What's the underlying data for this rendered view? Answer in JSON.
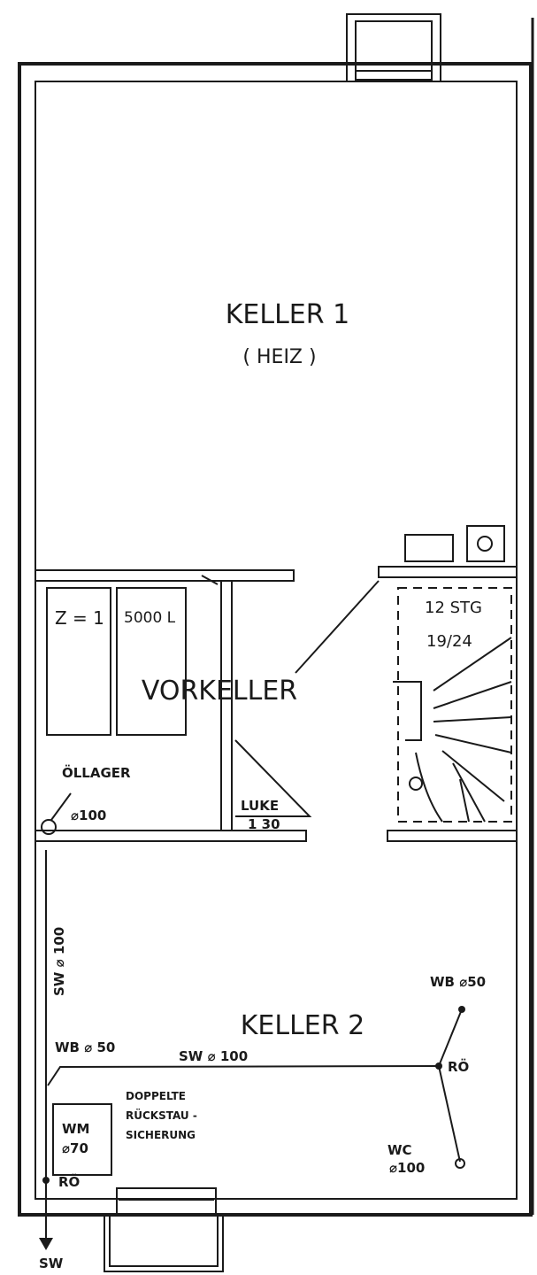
{
  "rooms": {
    "keller1": "KELLER 1",
    "keller1_note": "( HEIZ )",
    "vorkeller": "VORKELLER",
    "keller2": "KELLER 2"
  },
  "annotations": {
    "tank_count": "Z = 1",
    "tank_volume": "5000 L",
    "oil_storage": "ÖLLAGER",
    "oil_pipe": "⌀100",
    "hatch": "LUKE",
    "hatch_size": "1 30",
    "stairs_steps": "12 STG",
    "stairs_ratio": "19/24",
    "sw_vertical": "SW ⌀ 100",
    "wb_left": "WB ⌀ 50",
    "sw_horizontal": "SW ⌀ 100",
    "ro_right": "RÖ",
    "wb_right": "WB ⌀50",
    "wm": "WM",
    "wm_size": "⌀70",
    "backflow_1": "DOPPELTE",
    "backflow_2": "RÜCKSTAU -",
    "backflow_3": "SICHERUNG",
    "wc": "WC",
    "wc_size": "⌀100",
    "ro_left": "RÖ",
    "sw_out": "SW"
  }
}
